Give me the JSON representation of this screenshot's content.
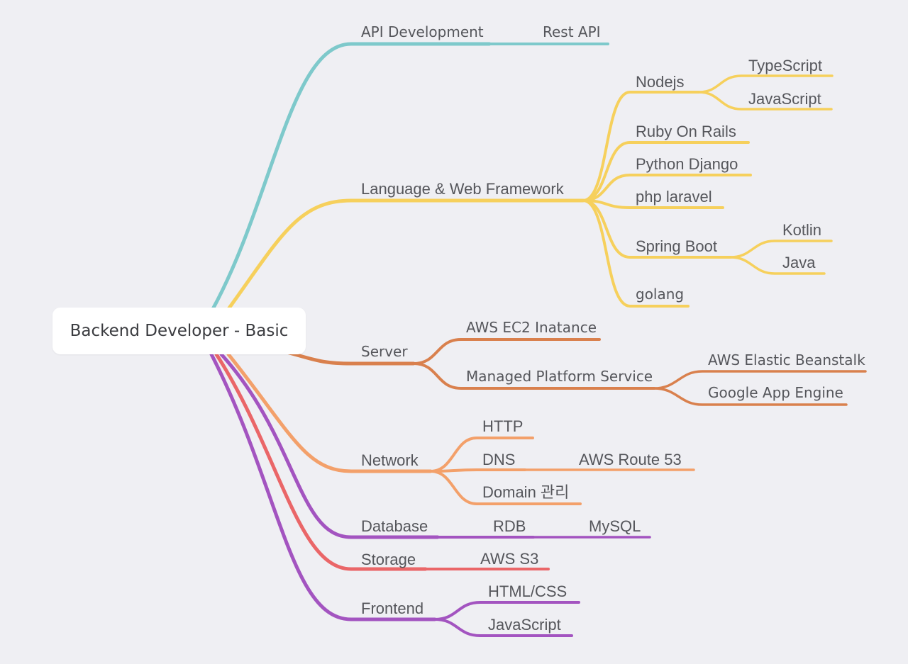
{
  "root": {
    "label": "Backend Developer - Basic"
  },
  "colors": {
    "api": "#7ec9cb",
    "language": "#f6d05c",
    "server": "#d9804d",
    "network": "#f3a06a",
    "database": "#a354c0",
    "storage": "#ea6668",
    "frontend": "#a354c0",
    "text": "#55565b",
    "background": "#efeff3"
  },
  "branches": {
    "api": {
      "label": "API Development",
      "children": {
        "rest": "Rest API"
      }
    },
    "language": {
      "label": "Language & Web Framework",
      "children": {
        "nodejs": {
          "label": "Nodejs",
          "children": {
            "typescript": "TypeScript",
            "javascript": "JavaScript"
          }
        },
        "ruby": "Ruby On Rails",
        "django": "Python Django",
        "laravel": "php laravel",
        "spring": {
          "label": "Spring Boot",
          "children": {
            "kotlin": "Kotlin",
            "java": "Java"
          }
        },
        "golang": "golang"
      }
    },
    "server": {
      "label": "Server",
      "children": {
        "ec2": "AWS EC2 Inatance",
        "managed": {
          "label": "Managed Platform Service",
          "children": {
            "beanstalk": "AWS Elastic Beanstalk",
            "appengine": "Google App Engine"
          }
        }
      }
    },
    "network": {
      "label": "Network",
      "children": {
        "http": "HTTP",
        "dns": {
          "label": "DNS",
          "children": {
            "route53": "AWS Route 53"
          }
        },
        "domain": "Domain 관리"
      }
    },
    "database": {
      "label": "Database",
      "children": {
        "rdb": {
          "label": "RDB",
          "children": {
            "mysql": "MySQL"
          }
        }
      }
    },
    "storage": {
      "label": "Storage",
      "children": {
        "s3": "AWS S3"
      }
    },
    "frontend": {
      "label": "Frontend",
      "children": {
        "htmlcss": "HTML/CSS",
        "javascript": "JavaScript"
      }
    }
  }
}
